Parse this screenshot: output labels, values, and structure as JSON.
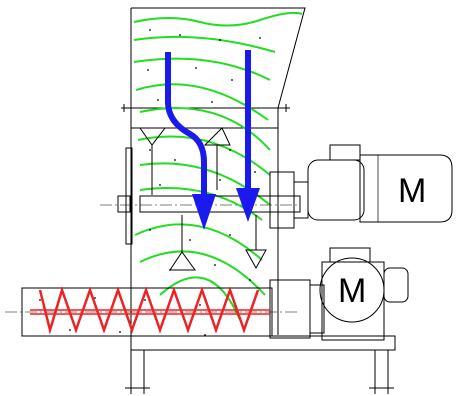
{
  "diagram": {
    "motor_top_label": "M",
    "motor_bottom_label": "M",
    "colors": {
      "outline": "#000000",
      "flow_lines": "#22dd22",
      "arrows": "#1a1aee",
      "screw": "#ee2222"
    },
    "icons": [
      "hopper",
      "agitator-shaft",
      "motor",
      "screw-conveyor",
      "flow-arrow",
      "frame"
    ]
  }
}
